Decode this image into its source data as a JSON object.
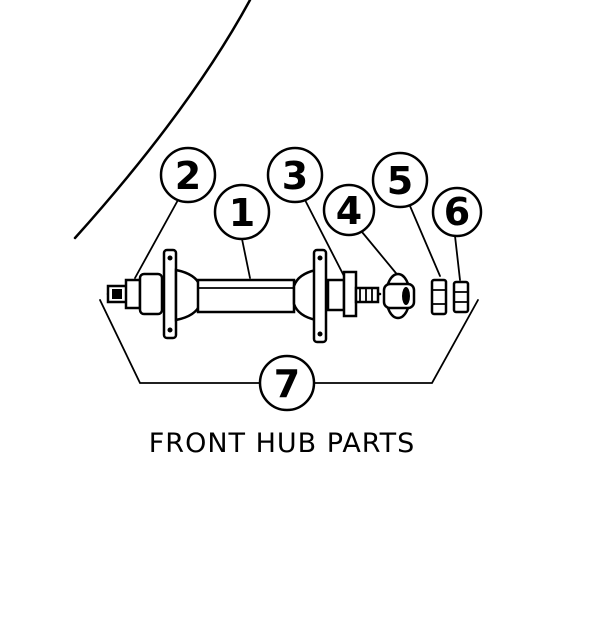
{
  "title": "FRONT HUB PARTS",
  "callouts": [
    {
      "id": "1",
      "label": "1"
    },
    {
      "id": "2",
      "label": "2"
    },
    {
      "id": "3",
      "label": "3"
    },
    {
      "id": "4",
      "label": "4"
    },
    {
      "id": "5",
      "label": "5"
    },
    {
      "id": "6",
      "label": "6"
    },
    {
      "id": "7",
      "label": "7"
    }
  ]
}
